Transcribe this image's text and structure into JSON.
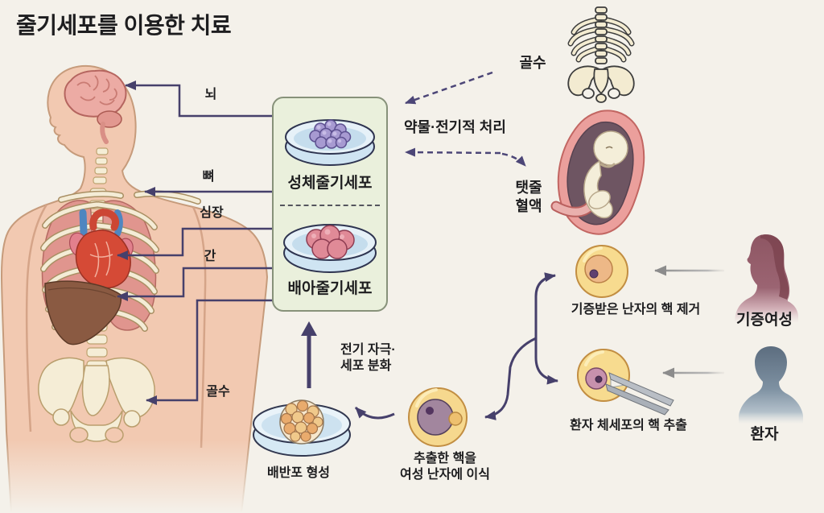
{
  "title": "줄기세포를 이용한 치료",
  "anatomy_labels": {
    "brain": "뇌",
    "bone": "뼈",
    "heart": "심장",
    "liver": "간",
    "bone_marrow": "골수"
  },
  "stem_cell_box": {
    "adult_label": "성체줄기세포",
    "embryonic_label": "배아줄기세포"
  },
  "adult_sources": {
    "bone_marrow_label": "골수",
    "processing_label": "약물·전기적 처리",
    "cord_blood_line1": "탯줄",
    "cord_blood_line2": "혈액"
  },
  "scnt": {
    "donated_egg_caption": "기증받은 난자의 핵 제거",
    "donor_woman_label": "기증여성",
    "patient_cell_caption": "환자 체세포의 핵 추출",
    "patient_label": "환자",
    "transplant_caption_line1": "추출한 핵을",
    "transplant_caption_line2": "여성 난자에 이식",
    "stimulation_line1": "전기 자극·",
    "stimulation_line2": "세포 분화",
    "blastocyst_caption": "배반포 형성"
  },
  "colors": {
    "background": "#f4f1ea",
    "connector_purple": "#46406b",
    "dashed_purple": "#4c4677",
    "box_fill": "#eaf0dc",
    "box_border": "#87927a",
    "adult_cell_purple": "#a79ad1",
    "embryonic_cell_pink": "#e08a97",
    "egg_yellow": "#f6d88e",
    "nucleus_purple": "#5f4070",
    "gray_arrow": "#8c8c8c",
    "skin": "#f2c9b1",
    "text": "#1d1d1f"
  }
}
